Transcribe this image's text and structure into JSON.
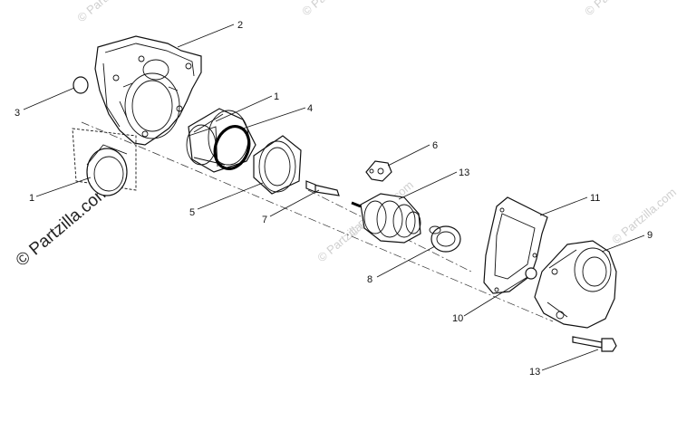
{
  "watermark": {
    "main": "© Partzilla.com",
    "faint": "© Partzilla.com"
  },
  "callouts": {
    "c1a": "1",
    "c1b": "1",
    "c2": "2",
    "c3": "3",
    "c4": "4",
    "c5": "5",
    "c6": "6",
    "c7": "7",
    "c8": "8",
    "c9": "9",
    "c10": "10",
    "c11": "11",
    "c13a": "13",
    "c13b": "13"
  }
}
